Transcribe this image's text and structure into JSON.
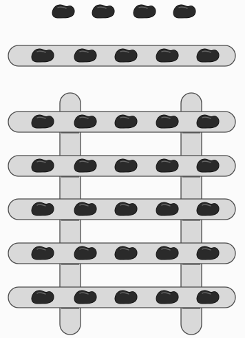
{
  "figure": {
    "loose_beans": {
      "count": 4
    },
    "single_stick": {
      "beans_per_stick": 5
    },
    "raft": {
      "horizontal_sticks": 5,
      "beans_per_stick": 5,
      "crossbars": 2
    }
  },
  "colors": {
    "paper": "#fbfbfb",
    "stick_fill": "#d9d9d9",
    "stick_stroke": "#4a4a4a",
    "bean_fill": "#2a2a2a",
    "bean_highlight": "#7a7a7a",
    "glue": "#555555"
  }
}
